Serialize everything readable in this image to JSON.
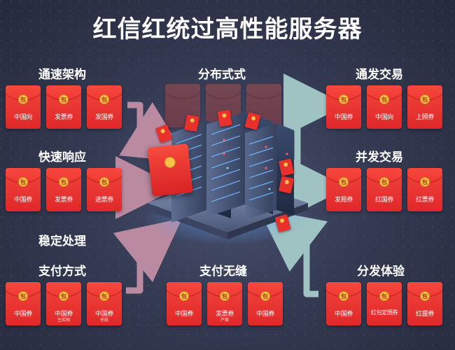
{
  "title": "红信红统过高性能服务器",
  "sections": {
    "tongsu": {
      "label": "通速架构",
      "items": [
        {
          "text": "中国向"
        },
        {
          "text": "发票券"
        },
        {
          "text": "发国券"
        }
      ]
    },
    "fenbu": {
      "label": "分布式式",
      "items": [
        {
          "text": ""
        },
        {
          "text": ""
        },
        {
          "text": ""
        }
      ]
    },
    "tongfa": {
      "label": "通发交易",
      "items": [
        {
          "text": "中国券"
        },
        {
          "text": "中国向"
        },
        {
          "text": "上顾券"
        }
      ]
    },
    "kuaisu": {
      "label": "快速响应",
      "items": [
        {
          "text": "中国券"
        },
        {
          "text": "发票券"
        },
        {
          "text": "途票券"
        }
      ]
    },
    "bingfa": {
      "label": "并发交易",
      "items": [
        {
          "text": "发局券"
        },
        {
          "text": "红国券"
        },
        {
          "text": "红票券"
        }
      ]
    },
    "wending": {
      "label": "稳定处理"
    },
    "zhifu": {
      "label": "支付方式",
      "items": [
        {
          "text": "中国券",
          "sub": ""
        },
        {
          "text": "中国券",
          "sub": "生库网"
        },
        {
          "text": "中国券",
          "sub": "关纸"
        }
      ]
    },
    "wufeng": {
      "label": "支付无缝",
      "items": [
        {
          "text": "中国券",
          "sub": ""
        },
        {
          "text": "发票券",
          "sub": "产案"
        },
        {
          "text": "中国券",
          "sub": ""
        }
      ]
    },
    "fenfa": {
      "label": "分发体验",
      "items": [
        {
          "text": "中国券"
        },
        {
          "text": "红包定国券"
        },
        {
          "text": "红援券"
        }
      ]
    }
  },
  "colors": {
    "background": "#343a52",
    "envelope": "#e52d2b",
    "seal": "#f7c04b",
    "arrow_left": "#b98aa0",
    "arrow_right": "#9fc2c2",
    "server_glow": "#5aa8ff"
  },
  "icons": {
    "envelope_seal": "coin-seal-icon",
    "server": "server-rack-icon"
  }
}
